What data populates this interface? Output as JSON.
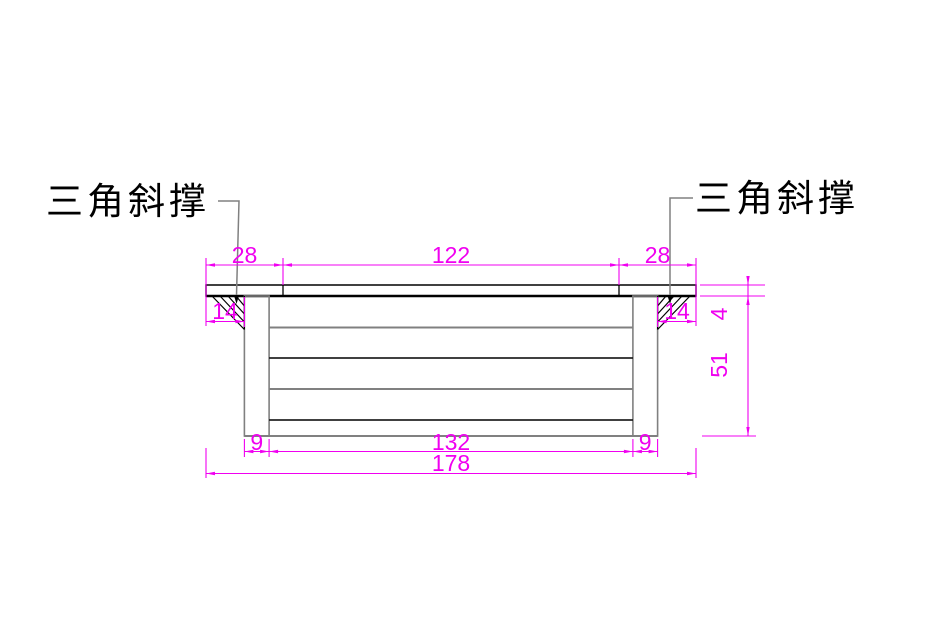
{
  "drawing": {
    "title_labels": {
      "left_brace_label": "三角斜撑",
      "right_brace_label": "三角斜撑"
    },
    "dimensions": {
      "top_overhang_left": "28",
      "top_span": "122",
      "top_overhang_right": "28",
      "brace_left": "14",
      "brace_right": "14",
      "board_thickness": "4",
      "box_height": "51",
      "leg_left_width": "9",
      "inner_span": "132",
      "leg_right_width": "9",
      "total_width": "178"
    },
    "colors": {
      "dimension": "#F000F0",
      "outline": "#000000",
      "secondary": "#808080",
      "background": "#FFFFFF"
    }
  }
}
